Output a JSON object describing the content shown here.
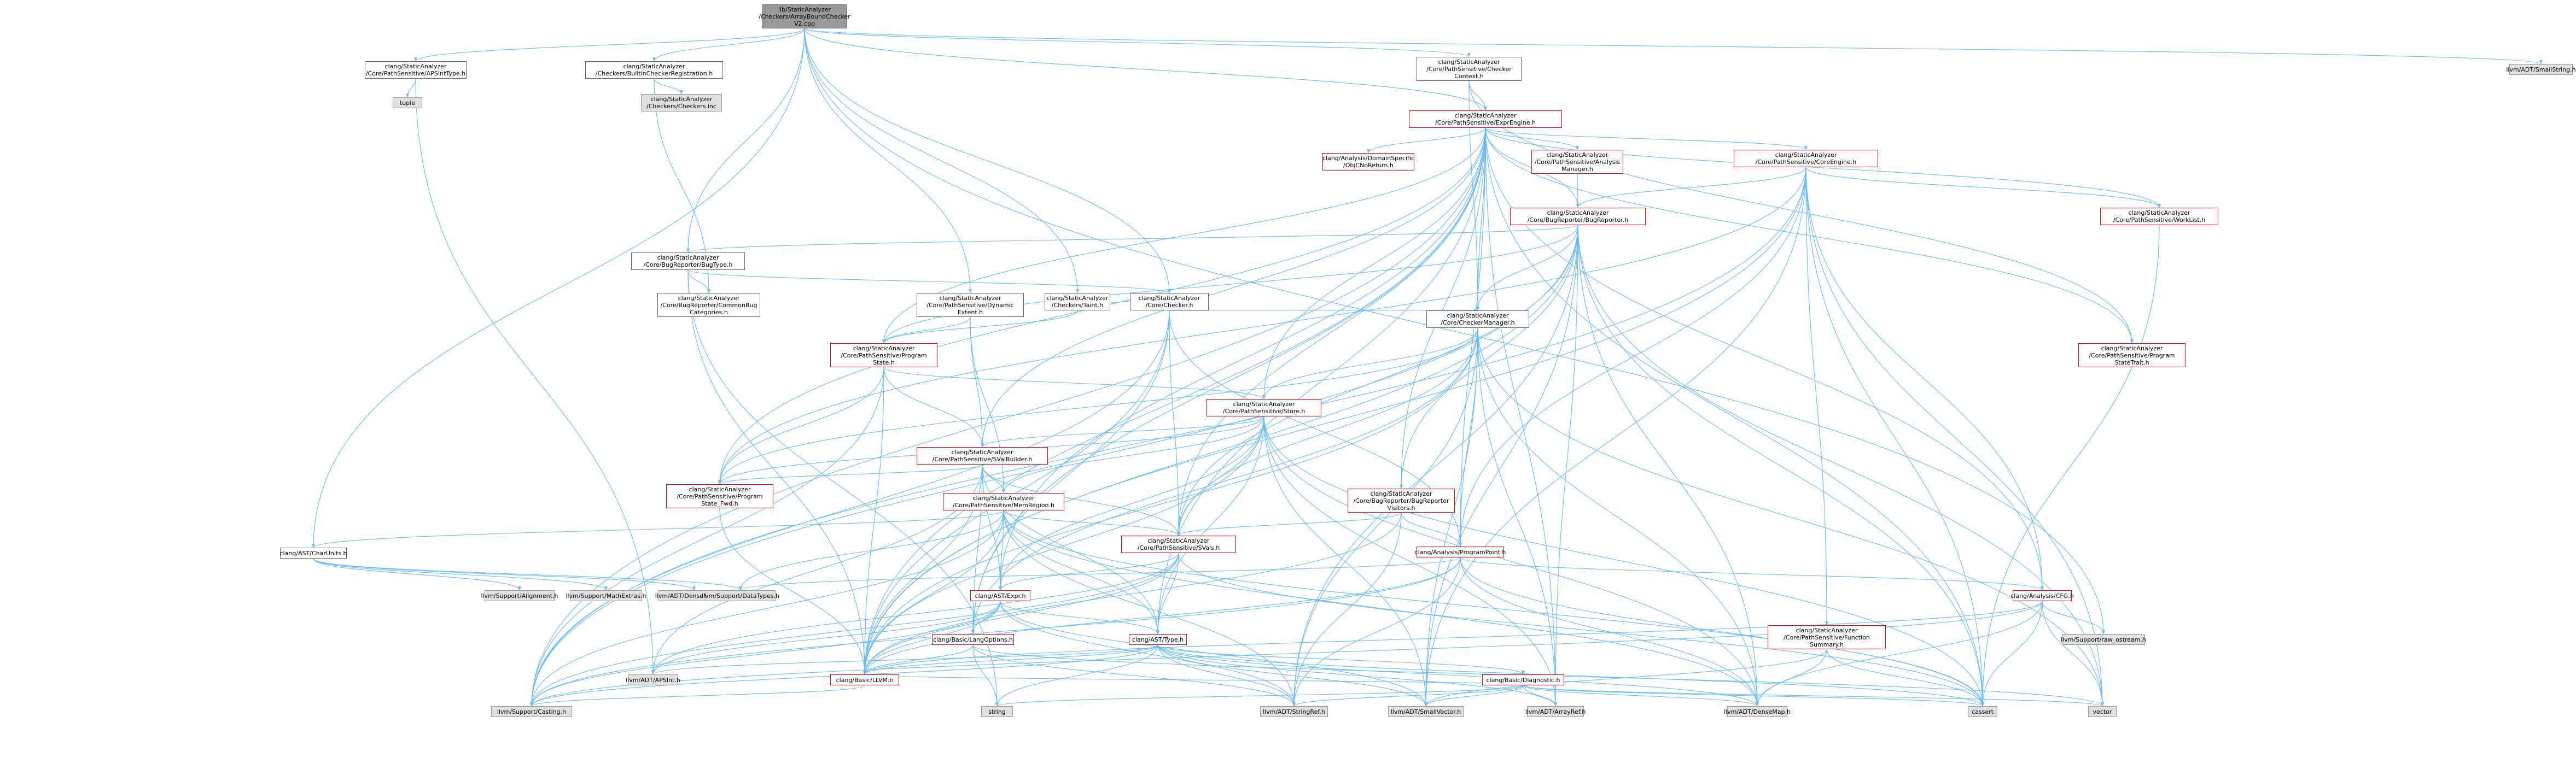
{
  "nodes": [
    {
      "id": "root",
      "label": "lib/StaticAnalyzer\n/Checkers/ArrayBoundChecker\nV2.cpp",
      "kind": "root"
    },
    {
      "id": "apsint",
      "label": "clang/StaticAnalyzer\n/Core/PathSensitive/APSIntType.h",
      "kind": "plain"
    },
    {
      "id": "builtin",
      "label": "clang/StaticAnalyzer\n/Checkers/BuiltinCheckerRegistration.h",
      "kind": "plain"
    },
    {
      "id": "checkerctx",
      "label": "clang/StaticAnalyzer\n/Core/PathSensitive/Checker\nContext.h",
      "kind": "plain"
    },
    {
      "id": "smallstring",
      "label": "llvm/ADT/SmallString.h",
      "kind": "ext"
    },
    {
      "id": "tuple",
      "label": "tuple",
      "kind": "ext"
    },
    {
      "id": "checkersinc",
      "label": "clang/StaticAnalyzer\n/Checkers/Checkers.inc",
      "kind": "ext"
    },
    {
      "id": "exprengine",
      "label": "clang/StaticAnalyzer\n/Core/PathSensitive/ExprEngine.h",
      "kind": "red"
    },
    {
      "id": "charunits",
      "label": "clang/AST/CharUnits.h",
      "kind": "plain"
    },
    {
      "id": "objcnoreturn",
      "label": "clang/Analysis/DomainSpecific\n/ObjCNoReturn.h",
      "kind": "red"
    },
    {
      "id": "analysismgr",
      "label": "clang/StaticAnalyzer\n/Core/PathSensitive/Analysis\nManager.h",
      "kind": "red"
    },
    {
      "id": "coreengine",
      "label": "clang/StaticAnalyzer\n/Core/PathSensitive/CoreEngine.h",
      "kind": "red"
    },
    {
      "id": "bugreporter",
      "label": "clang/StaticAnalyzer\n/Core/BugReporter/BugReporter.h",
      "kind": "red"
    },
    {
      "id": "worklist",
      "label": "clang/StaticAnalyzer\n/Core/PathSensitive/WorkList.h",
      "kind": "red"
    },
    {
      "id": "bugtype",
      "label": "clang/StaticAnalyzer\n/Core/BugReporter/BugType.h",
      "kind": "plain"
    },
    {
      "id": "commonbug",
      "label": "clang/StaticAnalyzer\n/Core/BugReporter/CommonBug\nCategories.h",
      "kind": "plain"
    },
    {
      "id": "dynext",
      "label": "clang/StaticAnalyzer\n/Core/PathSensitive/Dynamic\nExtent.h",
      "kind": "plain"
    },
    {
      "id": "taint",
      "label": "clang/StaticAnalyzer\n/Checkers/Taint.h",
      "kind": "plain"
    },
    {
      "id": "checker",
      "label": "clang/StaticAnalyzer\n/Core/Checker.h",
      "kind": "plain"
    },
    {
      "id": "checkermgr",
      "label": "clang/StaticAnalyzer\n/Core/CheckerManager.h",
      "kind": "plain"
    },
    {
      "id": "progstate",
      "label": "clang/StaticAnalyzer\n/Core/PathSensitive/Program\nState.h",
      "kind": "red"
    },
    {
      "id": "progstatetrait",
      "label": "clang/StaticAnalyzer\n/Core/PathSensitive/Program\nStateTrait.h",
      "kind": "red"
    },
    {
      "id": "store",
      "label": "clang/StaticAnalyzer\n/Core/PathSensitive/Store.h",
      "kind": "red"
    },
    {
      "id": "svalbuilder",
      "label": "clang/StaticAnalyzer\n/Core/PathSensitive/SValBuilder.h",
      "kind": "red"
    },
    {
      "id": "progstatefwd",
      "label": "clang/StaticAnalyzer\n/Core/PathSensitive/Program\nState_Fwd.h",
      "kind": "red"
    },
    {
      "id": "memregion",
      "label": "clang/StaticAnalyzer\n/Core/PathSensitive/MemRegion.h",
      "kind": "red"
    },
    {
      "id": "visitors",
      "label": "clang/StaticAnalyzer\n/Core/BugReporter/BugReporter\nVisitors.h",
      "kind": "red"
    },
    {
      "id": "svals",
      "label": "clang/StaticAnalyzer\n/Core/PathSensitive/SVals.h",
      "kind": "red"
    },
    {
      "id": "progpoint",
      "label": "clang/Analysis/ProgramPoint.h",
      "kind": "red"
    },
    {
      "id": "cfg",
      "label": "clang/Analysis/CFG.h",
      "kind": "red"
    },
    {
      "id": "alignment",
      "label": "llvm/Support/Alignment.h",
      "kind": "ext"
    },
    {
      "id": "mathextras",
      "label": "llvm/Support/MathExtras.h",
      "kind": "ext"
    },
    {
      "id": "densemapinfo",
      "label": "llvm/ADT/DenseMapInfo.h",
      "kind": "ext"
    },
    {
      "id": "datatypes",
      "label": "llvm/Support/DataTypes.h",
      "kind": "ext"
    },
    {
      "id": "expr",
      "label": "clang/AST/Expr.h",
      "kind": "red"
    },
    {
      "id": "langopts",
      "label": "clang/Basic/LangOptions.h",
      "kind": "red"
    },
    {
      "id": "type",
      "label": "clang/AST/Type.h",
      "kind": "red"
    },
    {
      "id": "rawostream",
      "label": "llvm/Support/raw_ostream.h",
      "kind": "ext"
    },
    {
      "id": "funcsummary",
      "label": "clang/StaticAnalyzer\n/Core/PathSensitive/Function\nSummary.h",
      "kind": "red"
    },
    {
      "id": "apsintadt",
      "label": "llvm/ADT/APSInt.h",
      "kind": "ext"
    },
    {
      "id": "llvmh",
      "label": "clang/Basic/LLVM.h",
      "kind": "red"
    },
    {
      "id": "diagnostic",
      "label": "clang/Basic/Diagnostic.h",
      "kind": "red"
    },
    {
      "id": "casting",
      "label": "llvm/Support/Casting.h",
      "kind": "ext"
    },
    {
      "id": "string",
      "label": "string",
      "kind": "ext"
    },
    {
      "id": "stringref",
      "label": "llvm/ADT/StringRef.h",
      "kind": "ext"
    },
    {
      "id": "smallvector",
      "label": "llvm/ADT/SmallVector.h",
      "kind": "ext"
    },
    {
      "id": "arrayref",
      "label": "llvm/ADT/ArrayRef.h",
      "kind": "ext"
    },
    {
      "id": "densemap",
      "label": "llvm/ADT/DenseMap.h",
      "kind": "ext"
    },
    {
      "id": "cassert",
      "label": "cassert",
      "kind": "ext"
    },
    {
      "id": "vector",
      "label": "vector",
      "kind": "ext"
    }
  ],
  "edges": [
    [
      "root",
      "apsint"
    ],
    [
      "root",
      "builtin"
    ],
    [
      "root",
      "checkerctx"
    ],
    [
      "root",
      "smallstring"
    ],
    [
      "root",
      "exprengine"
    ],
    [
      "root",
      "charunits"
    ],
    [
      "root",
      "bugtype"
    ],
    [
      "root",
      "dynext"
    ],
    [
      "root",
      "taint"
    ],
    [
      "root",
      "checker"
    ],
    [
      "root",
      "rawostream"
    ],
    [
      "apsint",
      "tuple"
    ],
    [
      "apsint",
      "apsintadt"
    ],
    [
      "builtin",
      "checkersinc"
    ],
    [
      "builtin",
      "commonbug"
    ],
    [
      "checkerctx",
      "exprengine"
    ],
    [
      "checkerctx",
      "progstatetrait"
    ],
    [
      "checkerctx",
      "checkermgr"
    ],
    [
      "exprengine",
      "objcnoreturn"
    ],
    [
      "exprengine",
      "analysismgr"
    ],
    [
      "exprengine",
      "coreengine"
    ],
    [
      "exprengine",
      "bugreporter"
    ],
    [
      "exprengine",
      "worklist"
    ],
    [
      "exprengine",
      "checkermgr"
    ],
    [
      "exprengine",
      "progstate"
    ],
    [
      "exprengine",
      "progstatetrait"
    ],
    [
      "exprengine",
      "store"
    ],
    [
      "exprengine",
      "svalbuilder"
    ],
    [
      "exprengine",
      "progstatefwd"
    ],
    [
      "exprengine",
      "svals"
    ],
    [
      "exprengine",
      "progpoint"
    ],
    [
      "exprengine",
      "cfg"
    ],
    [
      "exprengine",
      "visitors"
    ],
    [
      "exprengine",
      "type"
    ],
    [
      "exprengine",
      "llvmh"
    ],
    [
      "exprengine",
      "casting"
    ],
    [
      "exprengine",
      "cassert"
    ],
    [
      "exprengine",
      "arrayref"
    ],
    [
      "exprengine",
      "expr"
    ],
    [
      "exprengine",
      "langopts"
    ],
    [
      "analysismgr",
      "bugreporter"
    ],
    [
      "coreengine",
      "bugreporter"
    ],
    [
      "coreengine",
      "worklist"
    ],
    [
      "coreengine",
      "funcsummary"
    ],
    [
      "coreengine",
      "cfg"
    ],
    [
      "coreengine",
      "progpoint"
    ],
    [
      "coreengine",
      "smallvector"
    ],
    [
      "coreengine",
      "cassert"
    ],
    [
      "coreengine",
      "vector"
    ],
    [
      "coreengine",
      "llvmh"
    ],
    [
      "coreengine",
      "progstatefwd"
    ],
    [
      "coreengine",
      "casting"
    ],
    [
      "bugreporter",
      "bugtype"
    ],
    [
      "bugreporter",
      "checkermgr"
    ],
    [
      "bugreporter",
      "visitors"
    ],
    [
      "bugreporter",
      "svals"
    ],
    [
      "bugreporter",
      "progstate"
    ],
    [
      "bugreporter",
      "stringref"
    ],
    [
      "bugreporter",
      "smallvector"
    ],
    [
      "bugreporter",
      "densemap"
    ],
    [
      "bugreporter",
      "arrayref"
    ],
    [
      "bugreporter",
      "vector"
    ],
    [
      "bugreporter",
      "llvmh"
    ],
    [
      "bugreporter",
      "cassert"
    ],
    [
      "bugreporter",
      "casting"
    ],
    [
      "worklist",
      "cassert"
    ],
    [
      "bugtype",
      "commonbug"
    ],
    [
      "bugtype",
      "checker"
    ],
    [
      "bugtype",
      "llvmh"
    ],
    [
      "bugtype",
      "string"
    ],
    [
      "dynext",
      "progstate"
    ],
    [
      "dynext",
      "svalbuilder"
    ],
    [
      "dynext",
      "memregion"
    ],
    [
      "taint",
      "progstate"
    ],
    [
      "taint",
      "checker"
    ],
    [
      "checker",
      "checkermgr"
    ],
    [
      "checker",
      "svals"
    ],
    [
      "checker",
      "llvmh"
    ],
    [
      "checker",
      "casting"
    ],
    [
      "checker",
      "langopts"
    ],
    [
      "checker",
      "progpoint"
    ],
    [
      "checkermgr",
      "store"
    ],
    [
      "checkermgr",
      "svals"
    ],
    [
      "checkermgr",
      "progstatefwd"
    ],
    [
      "checkermgr",
      "progpoint"
    ],
    [
      "checkermgr",
      "llvmh"
    ],
    [
      "checkermgr",
      "arrayref"
    ],
    [
      "checkermgr",
      "densemap"
    ],
    [
      "checkermgr",
      "smallvector"
    ],
    [
      "checkermgr",
      "stringref"
    ],
    [
      "checkermgr",
      "vector"
    ],
    [
      "checkermgr",
      "langopts"
    ],
    [
      "progstate",
      "store"
    ],
    [
      "progstate",
      "svalbuilder"
    ],
    [
      "progstate",
      "progstatefwd"
    ],
    [
      "progstate",
      "llvmh"
    ],
    [
      "progstate",
      "casting"
    ],
    [
      "store",
      "svalbuilder"
    ],
    [
      "store",
      "memregion"
    ],
    [
      "store",
      "progstatefwd"
    ],
    [
      "store",
      "svals"
    ],
    [
      "store",
      "llvmh"
    ],
    [
      "store",
      "arrayref"
    ],
    [
      "store",
      "cassert"
    ],
    [
      "store",
      "type"
    ],
    [
      "store",
      "expr"
    ],
    [
      "store",
      "smallvector"
    ],
    [
      "store",
      "densemap"
    ],
    [
      "svalbuilder",
      "memregion"
    ],
    [
      "svalbuilder",
      "svals"
    ],
    [
      "svalbuilder",
      "progstatefwd"
    ],
    [
      "svalbuilder",
      "expr"
    ],
    [
      "svalbuilder",
      "type"
    ],
    [
      "svalbuilder",
      "llvmh"
    ],
    [
      "svalbuilder",
      "langopts"
    ],
    [
      "svalbuilder",
      "apsintadt"
    ],
    [
      "progstatefwd",
      "llvmh"
    ],
    [
      "memregion",
      "charunits"
    ],
    [
      "memregion",
      "svals"
    ],
    [
      "memregion",
      "expr"
    ],
    [
      "memregion",
      "type"
    ],
    [
      "memregion",
      "llvmh"
    ],
    [
      "memregion",
      "casting"
    ],
    [
      "memregion",
      "cassert"
    ],
    [
      "memregion",
      "densemap"
    ],
    [
      "memregion",
      "stringref"
    ],
    [
      "memregion",
      "datatypes"
    ],
    [
      "visitors",
      "svals"
    ],
    [
      "visitors",
      "progpoint"
    ],
    [
      "visitors",
      "llvmh"
    ],
    [
      "visitors",
      "stringref"
    ],
    [
      "svals",
      "type"
    ],
    [
      "svals",
      "expr"
    ],
    [
      "svals",
      "llvmh"
    ],
    [
      "svals",
      "casting"
    ],
    [
      "svals",
      "cassert"
    ],
    [
      "svals",
      "apsintadt"
    ],
    [
      "progpoint",
      "cfg"
    ],
    [
      "progpoint",
      "datatypes"
    ],
    [
      "progpoint",
      "llvmh"
    ],
    [
      "progpoint",
      "stringref"
    ],
    [
      "progpoint",
      "densemap"
    ],
    [
      "progpoint",
      "cassert"
    ],
    [
      "progpoint",
      "casting"
    ],
    [
      "cfg",
      "rawostream"
    ],
    [
      "cfg",
      "llvmh"
    ],
    [
      "cfg",
      "cassert"
    ],
    [
      "cfg",
      "vector"
    ],
    [
      "cfg",
      "densemap"
    ],
    [
      "cfg",
      "casting"
    ],
    [
      "charunits",
      "alignment"
    ],
    [
      "charunits",
      "mathextras"
    ],
    [
      "charunits",
      "densemapinfo"
    ],
    [
      "charunits",
      "datatypes"
    ],
    [
      "expr",
      "type"
    ],
    [
      "expr",
      "langopts"
    ],
    [
      "expr",
      "llvmh"
    ],
    [
      "expr",
      "apsintadt"
    ],
    [
      "expr",
      "casting"
    ],
    [
      "expr",
      "smallvector"
    ],
    [
      "expr",
      "stringref"
    ],
    [
      "langopts",
      "llvmh"
    ],
    [
      "langopts",
      "string"
    ],
    [
      "langopts",
      "stringref"
    ],
    [
      "langopts",
      "vector"
    ],
    [
      "type",
      "llvmh"
    ],
    [
      "type",
      "diagnostic"
    ],
    [
      "type",
      "casting"
    ],
    [
      "type",
      "stringref"
    ],
    [
      "type",
      "smallvector"
    ],
    [
      "type",
      "arrayref"
    ],
    [
      "type",
      "cassert"
    ],
    [
      "type",
      "string"
    ],
    [
      "type",
      "apsintadt"
    ],
    [
      "type",
      "densemap"
    ],
    [
      "funcsummary",
      "densemap"
    ],
    [
      "funcsummary",
      "cassert"
    ],
    [
      "funcsummary",
      "smallvector"
    ],
    [
      "llvmh",
      "casting"
    ],
    [
      "diagnostic",
      "llvmh"
    ],
    [
      "diagnostic",
      "string"
    ],
    [
      "diagnostic",
      "stringref"
    ],
    [
      "diagnostic",
      "smallvector"
    ],
    [
      "diagnostic",
      "arrayref"
    ],
    [
      "diagnostic",
      "densemap"
    ],
    [
      "diagnostic",
      "cassert"
    ],
    [
      "diagnostic",
      "vector"
    ]
  ],
  "colors": {
    "edge": "#63b8ff",
    "node_border": "#666666",
    "node_border_incomplete": "#ff0000",
    "root_fill": "#999999",
    "external_fill": "#e0e0e0"
  }
}
